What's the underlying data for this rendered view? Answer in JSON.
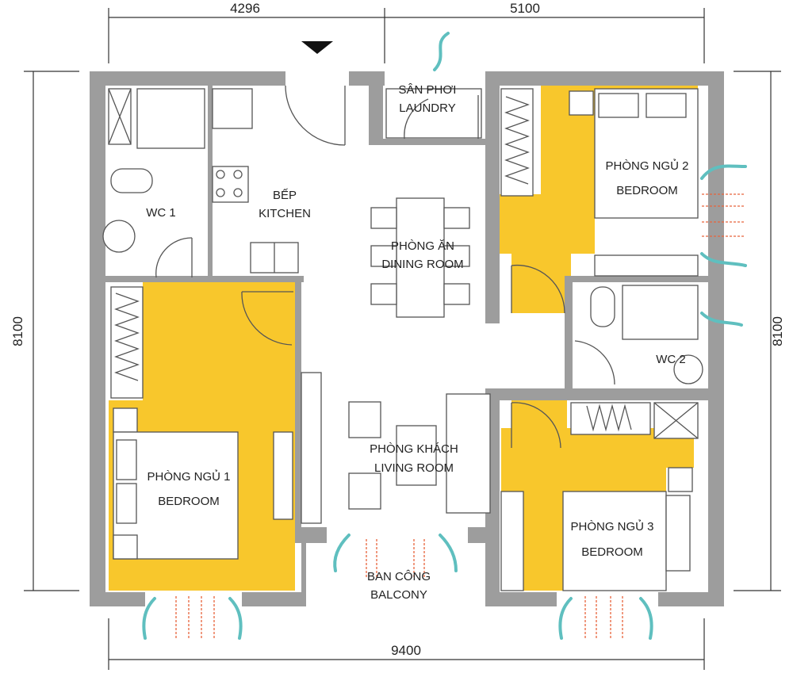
{
  "plan": {
    "dimensions": {
      "top_left": "4296",
      "top_right": "5100",
      "left": "8100",
      "right": "8100",
      "bottom": "9400"
    },
    "rooms": {
      "laundry": {
        "vi": "SÂN PHƠI",
        "en": "LAUNDRY"
      },
      "wc1": {
        "en": "WC 1"
      },
      "kitchen": {
        "vi": "BẾP",
        "en": "KITCHEN"
      },
      "dining": {
        "vi": "PHÒNG ĂN",
        "en": "DINING ROOM"
      },
      "bedroom2": {
        "vi": "PHÒNG NGỦ 2",
        "en": "BEDROOM"
      },
      "wc2": {
        "en": "WC 2"
      },
      "living": {
        "vi": "PHÒNG KHÁCH",
        "en": "LIVING ROOM"
      },
      "bedroom1": {
        "vi": "PHÒNG NGỦ 1",
        "en": "BEDROOM"
      },
      "bedroom3": {
        "vi": "PHÒNG NGỦ 3",
        "en": "BEDROOM"
      },
      "balcony": {
        "vi": "BAN CÔNG",
        "en": "BALCONY"
      }
    },
    "colors": {
      "bedroom_fill": "#f8c72c",
      "wall": "#9d9d9d",
      "airflow": "#5fbfbf",
      "light": "#e8643c"
    }
  }
}
